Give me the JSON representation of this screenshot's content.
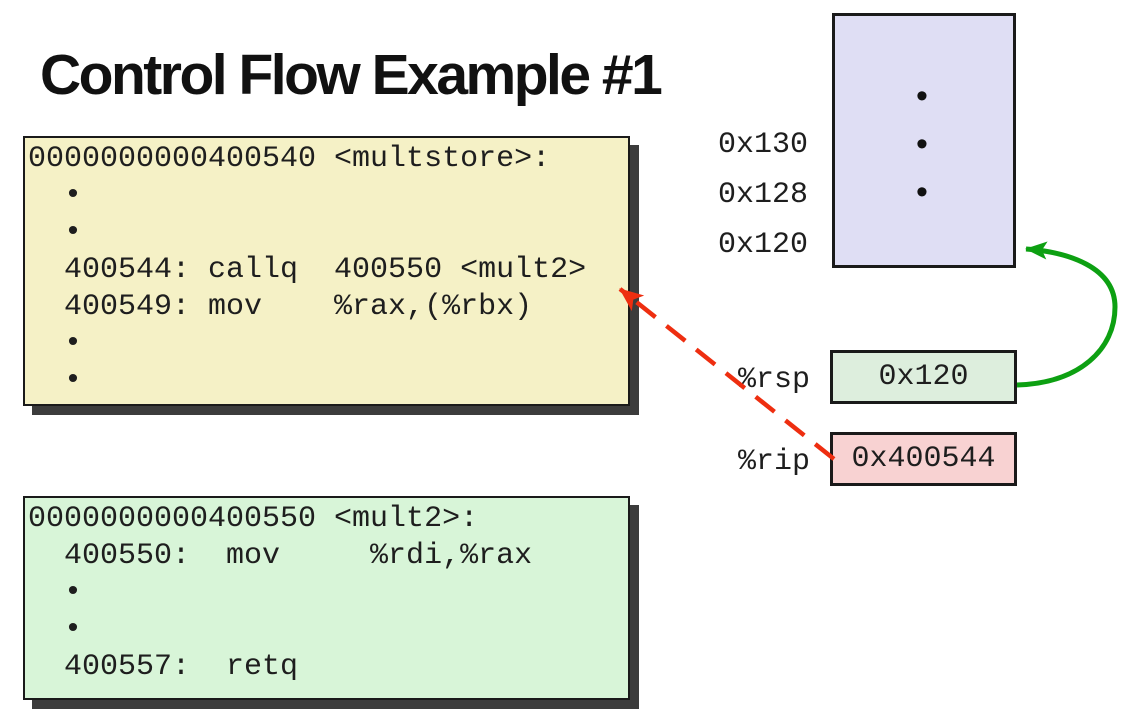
{
  "title": "Control Flow Example #1",
  "disasm_multstore": {
    "lines": [
      "0000000000400540 <multstore>:",
      "  •",
      "  •",
      "  400544: callq  400550 <mult2>",
      "  400549: mov    %rax,(%rbx)",
      "  •",
      "  •"
    ]
  },
  "disasm_mult2": {
    "lines": [
      "0000000000400550 <mult2>:",
      "  400550:  mov     %rdi,%rax",
      "  •",
      "  •",
      "  400557:  retq"
    ]
  },
  "stack": {
    "dots": [
      "•",
      "•",
      "•"
    ],
    "addresses": [
      "0x130",
      "0x128",
      "0x120"
    ]
  },
  "registers": {
    "rsp": {
      "name": "%rsp",
      "value": "0x120"
    },
    "rip": {
      "name": "%rip",
      "value": "0x400544"
    }
  },
  "colors": {
    "multstore_bg": "#f5f1c6",
    "mult2_bg": "#d8f5d8",
    "stack_bg": "#dfdef4",
    "rsp_bg": "#ddeedd",
    "rip_bg": "#f8d2d2",
    "arrow_red": "#ee2e10",
    "arrow_green": "#0da012",
    "shadow": "#3c3c3c",
    "box_border": "#1a1a1a",
    "code_text": "#1e1e1e",
    "title_color": "#111111",
    "page_bg": "#ffffff"
  }
}
